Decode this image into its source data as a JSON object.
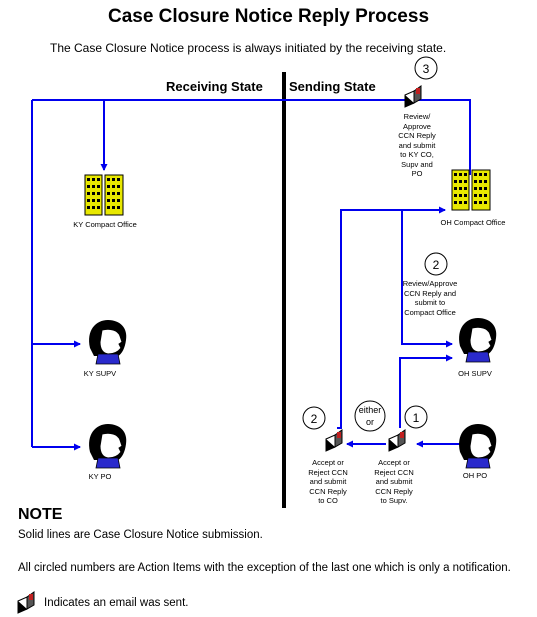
{
  "title": "Case Closure Notice Reply Process",
  "subtitle": "The Case Closure Notice process is always initiated by the receiving state.",
  "headers": {
    "receiving": "Receiving State",
    "sending": "Sending State"
  },
  "nodes": {
    "ky_compact_office": "KY Compact Office",
    "ky_supv": "KY SUPV",
    "ky_po": "KY PO",
    "oh_compact_office": "OH Compact Office",
    "oh_supv": "OH SUPV",
    "oh_po": "OH PO"
  },
  "action_items": {
    "step1": {
      "number": "1",
      "lines": [
        "Accept or",
        "Reject CCN",
        "and submit",
        "CCN Reply",
        "to Supv."
      ]
    },
    "step2a": {
      "number": "2",
      "lines": [
        "Accept or",
        "Reject CCN",
        "and submit",
        "CCN Reply",
        "to CO"
      ]
    },
    "step2b": {
      "number": "2",
      "lines": [
        "Review/Approve",
        "CCN Reply and",
        "submit to",
        "Compact Office"
      ]
    },
    "step3": {
      "number": "3",
      "lines": [
        "Review/",
        "Approve",
        "CCN Reply",
        "and submit",
        "to KY CO,",
        "Supv and",
        "PO"
      ]
    }
  },
  "either_or": [
    "either",
    "or"
  ],
  "note": {
    "title": "NOTE",
    "line1": "Solid lines are Case Closure Notice submission.",
    "line2": "All circled numbers are Action Items with the exception of the last one which is only a notification.",
    "legend": "Indicates an email was sent."
  },
  "colors": {
    "arrow": "#0000ee",
    "building": "#e8e800",
    "divider": "#000000",
    "underline": "#d02020"
  },
  "icons": [
    "building-icon",
    "person-icon",
    "email-icon"
  ]
}
